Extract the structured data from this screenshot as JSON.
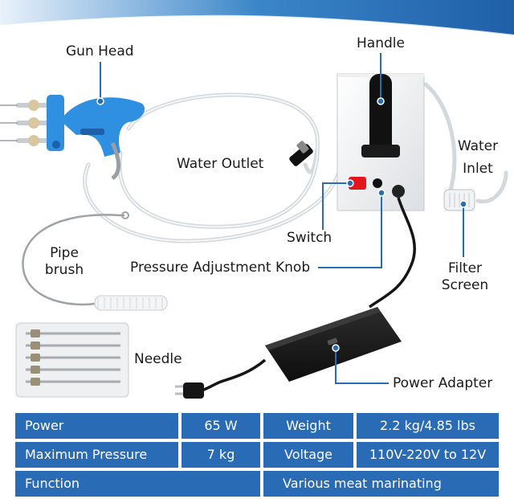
{
  "labels": {
    "gun_head": "Gun Head",
    "handle": "Handle",
    "water_outlet": "Water Outlet",
    "water_inlet_1": "Water",
    "water_inlet_2": "Inlet",
    "switch": "Switch",
    "pipe_brush_1": "Pipe",
    "pipe_brush_2": "brush",
    "pressure_knob": "Pressure Adjustment Knob",
    "filter_screen_1": "Filter",
    "filter_screen_2": "Screen",
    "needle": "Needle",
    "power_adapter": "Power Adapter"
  },
  "specs": {
    "row1": {
      "label_a": "Power",
      "value_a": "65 W",
      "label_b": "Weight",
      "value_b": "2.2 kg/4.85 lbs"
    },
    "row2": {
      "label_a": "Maximum Pressure",
      "value_a": "7 kg",
      "label_b": "Voltage",
      "value_b": "110V-220V to 12V"
    },
    "row3": {
      "label_a": "Function",
      "value_b": "Various meat marinating"
    }
  },
  "colors": {
    "accent": "#2a6bb5",
    "gun_blue": "#2f8fe0",
    "header_gradient": "#3b86c9"
  }
}
